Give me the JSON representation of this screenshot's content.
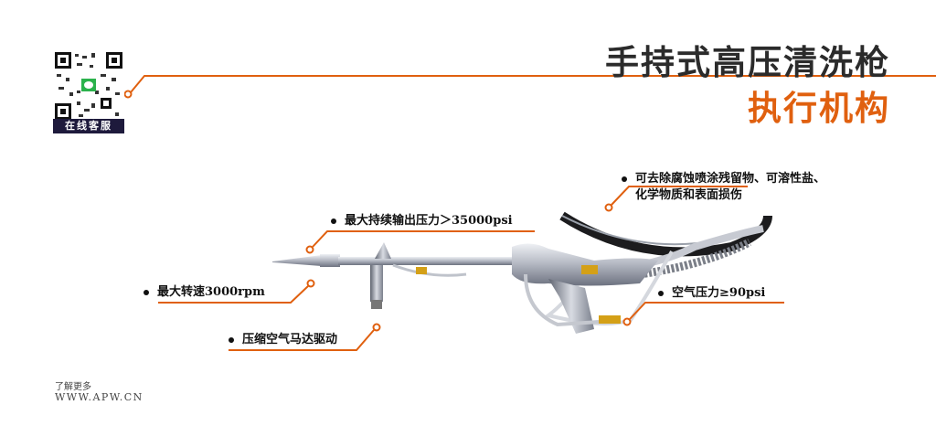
{
  "header": {
    "title": "手持式高压清洗枪",
    "subtitle": "执行机构"
  },
  "qr": {
    "label": "在线客服",
    "icon": "wechat-icon"
  },
  "callouts": [
    {
      "line1": "可去除腐蚀喷涂残留物、可溶性盐、",
      "line2": "化学物质和表面损伤"
    },
    {
      "text": "最大持续输出压力＞35000psi"
    },
    {
      "text": "最大转速3000rpm"
    },
    {
      "text": "空气压力≥90psi"
    },
    {
      "text": "压缩空气马达驱动"
    }
  ],
  "footer": {
    "more": "了解更多",
    "site": "WWW.APW.CN"
  },
  "colors": {
    "accent": "#e0600f",
    "title": "#2b2b2b",
    "qr_label_bg": "#1e1a3c"
  }
}
